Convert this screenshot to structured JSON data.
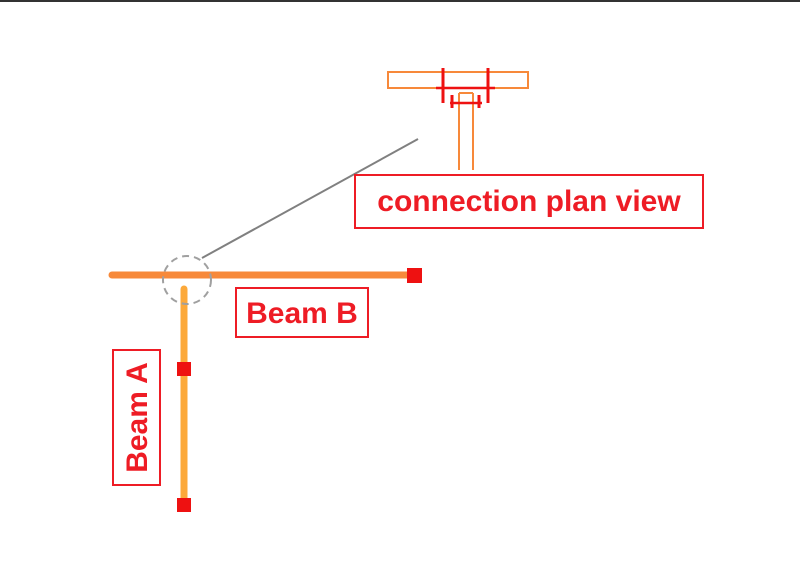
{
  "labels": {
    "connection": "connection plan view",
    "beam_b": "Beam B",
    "beam_a": "Beam A"
  },
  "colors": {
    "beam_b": "#f7893a",
    "beam_a": "#fca93a",
    "label_red": "#ee1c25",
    "node_red": "#ee1111",
    "detail_orange": "#f7893a",
    "leader_gray": "#808080",
    "callout_gray": "#a0a0a0",
    "top_border": "#333333"
  }
}
